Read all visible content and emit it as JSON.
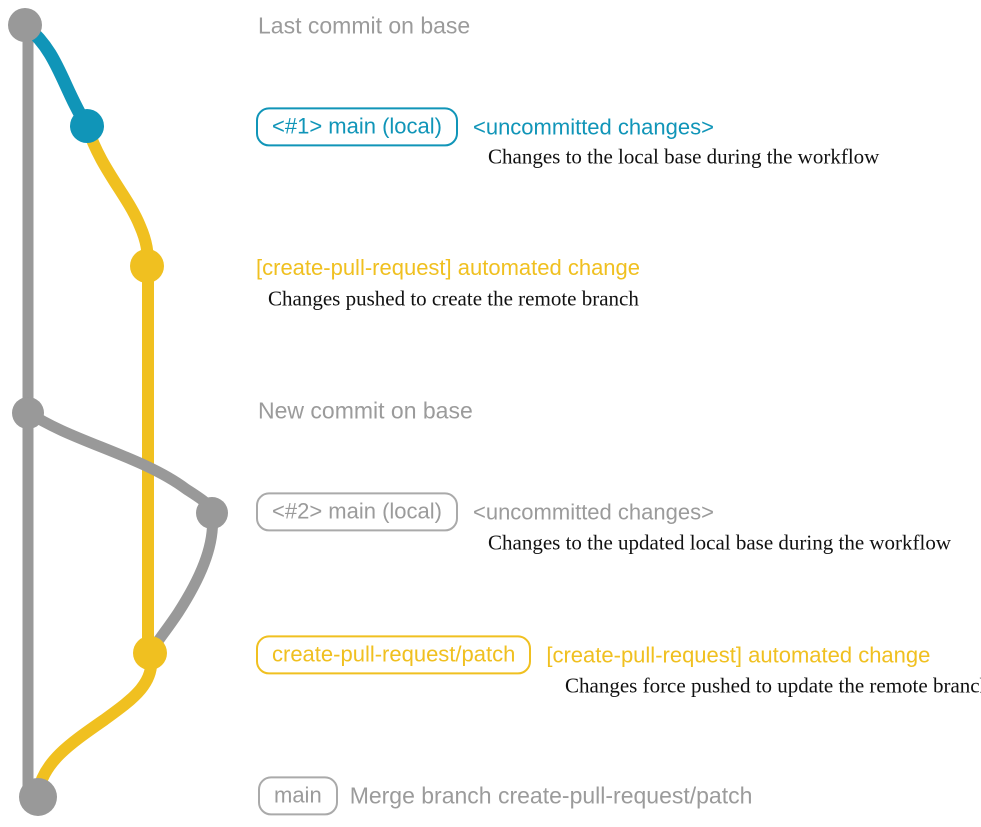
{
  "colors": {
    "gray": "#999999",
    "gray_text": "#9b9b9b",
    "teal": "#1095b8",
    "yellow": "#f0c020",
    "caption": "#111111"
  },
  "rows": {
    "last_commit": {
      "label": "Last commit on base"
    },
    "branch1": {
      "badge": "<#1> main (local)",
      "heading": "<uncommitted changes>",
      "caption": "Changes to the local base during the workflow"
    },
    "push1": {
      "heading": "[create-pull-request] automated change",
      "caption": "Changes pushed to create the remote branch"
    },
    "new_commit": {
      "label": "New commit on base"
    },
    "branch2": {
      "badge": "<#2> main (local)",
      "heading": "<uncommitted changes>",
      "caption": "Changes to the updated local base during the workflow"
    },
    "push2": {
      "badge": "create-pull-request/patch",
      "heading": "[create-pull-request] automated change",
      "caption": "Changes force pushed to update the remote branch"
    },
    "merge": {
      "badge": "main",
      "label": "Merge branch create-pull-request/patch"
    }
  }
}
